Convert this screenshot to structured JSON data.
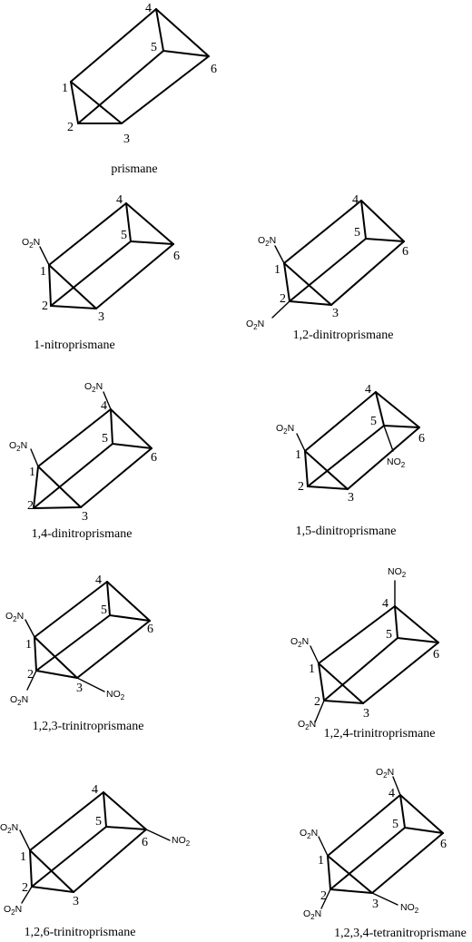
{
  "molecules": [
    {
      "name": "prismane",
      "nitro": [],
      "labels": {
        "1": "1",
        "2": "2",
        "3": "3",
        "4": "4",
        "5": "5",
        "6": "6"
      }
    },
    {
      "name": "1-nitroprismane",
      "nitro": [
        "1"
      ],
      "labels": {
        "1": "1",
        "2": "2",
        "3": "3",
        "4": "4",
        "5": "5",
        "6": "6"
      }
    },
    {
      "name": "1,2-dinitroprismane",
      "nitro": [
        "1",
        "2"
      ],
      "labels": {
        "1": "1",
        "2": "2",
        "3": "3",
        "4": "4",
        "5": "5",
        "6": "6"
      }
    },
    {
      "name": "1,4-dinitroprismane",
      "nitro": [
        "1",
        "4"
      ],
      "labels": {
        "1": "1",
        "2": "2",
        "3": "3",
        "4": "4",
        "5": "5",
        "6": "6"
      }
    },
    {
      "name": "1,5-dinitroprismane",
      "nitro": [
        "1",
        "5"
      ],
      "labels": {
        "1": "1",
        "2": "2",
        "3": "3",
        "4": "4",
        "5": "5",
        "6": "6"
      }
    },
    {
      "name": "1,2,3-trinitroprismane",
      "nitro": [
        "1",
        "2",
        "3"
      ],
      "labels": {
        "1": "1",
        "2": "2",
        "3": "3",
        "4": "4",
        "5": "5",
        "6": "6"
      }
    },
    {
      "name": "1,2,4-trinitroprismane",
      "nitro": [
        "1",
        "2",
        "4"
      ],
      "labels": {
        "1": "1",
        "2": "2",
        "3": "3",
        "4": "4",
        "5": "5",
        "6": "6"
      }
    },
    {
      "name": "1,2,6-trinitroprismane",
      "nitro": [
        "1",
        "2",
        "6"
      ],
      "labels": {
        "1": "1",
        "2": "2",
        "3": "3",
        "4": "4",
        "5": "5",
        "6": "6"
      }
    },
    {
      "name": "1,2,3,4-tetranitroprismane",
      "nitro": [
        "1",
        "2",
        "3",
        "4"
      ],
      "labels": {
        "1": "1",
        "2": "2",
        "3": "3",
        "4": "4",
        "5": "5",
        "6": "6"
      }
    }
  ],
  "group": {
    "o2n": {
      "o": "O",
      "sub": "2",
      "n": "N"
    },
    "no2": {
      "n": "NO",
      "sub": "2"
    }
  }
}
